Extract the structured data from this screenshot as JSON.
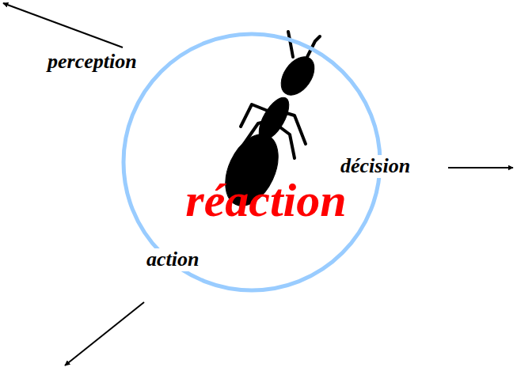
{
  "diagram": {
    "nodes": [
      {
        "text": [
          "réaction"
        ]
      }
    ],
    "labels": [
      "perception",
      "décision",
      "action"
    ]
  }
}
